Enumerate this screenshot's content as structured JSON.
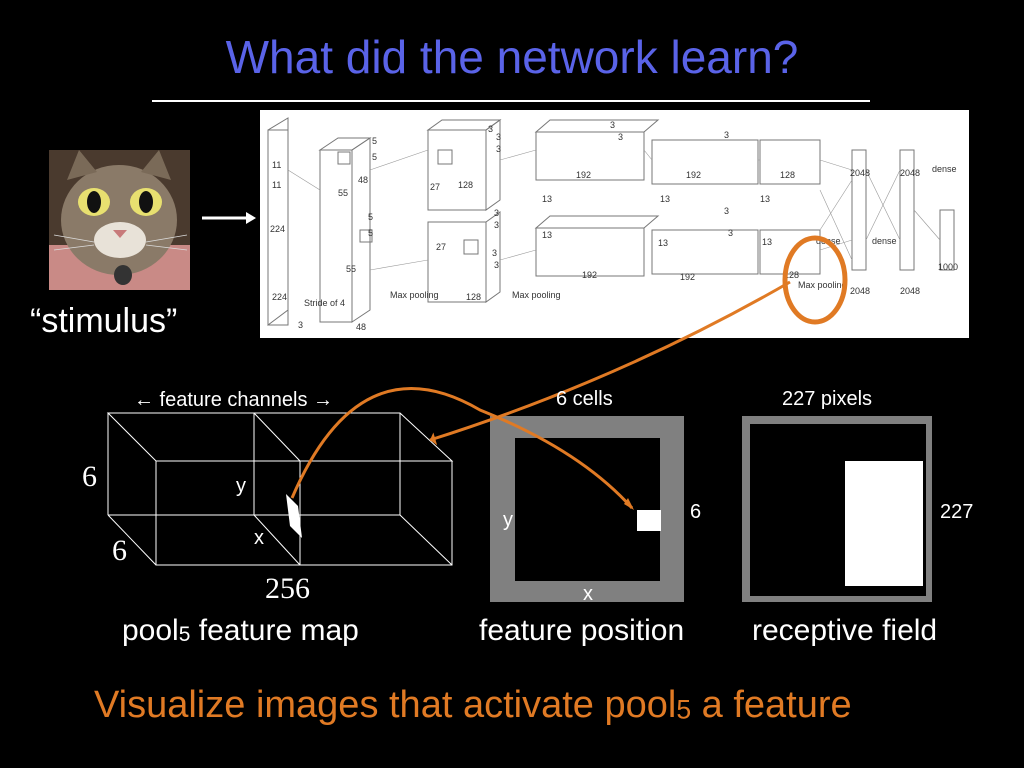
{
  "title": "What did the network learn?",
  "stimulus_label": "“stimulus”",
  "network": {
    "input_dims": [
      "11",
      "11",
      "224",
      "224",
      "3"
    ],
    "stride_label": "Stride of 4",
    "max_pool_labels": [
      "Max pooling",
      "Max pooling",
      "Max pooling"
    ],
    "dims": [
      "5",
      "5",
      "5",
      "5",
      "3",
      "3",
      "3",
      "3",
      "3",
      "3",
      "3",
      "3",
      "3",
      "3",
      "3",
      "3"
    ],
    "layer_sizes": [
      "55",
      "55",
      "27",
      "27",
      "13",
      "13",
      "13",
      "13",
      "13",
      "13"
    ],
    "channels": [
      "48",
      "48",
      "128",
      "128",
      "192",
      "192",
      "192",
      "192",
      "128",
      "128"
    ],
    "dense_labels": [
      "dense",
      "dense",
      "dense"
    ],
    "dense_sizes": [
      "2048",
      "2048",
      "2048",
      "2048",
      "1000"
    ]
  },
  "feature_map": {
    "channels_label": "← feature channels →",
    "dim_height": "6",
    "dim_depth": "6",
    "dim_channels": "256",
    "y_label": "y",
    "x_label": "x"
  },
  "position_panel": {
    "cells_label": "6 cells",
    "side_label": "6",
    "y_label": "y",
    "x_label": "x"
  },
  "receptive_panel": {
    "pixels_label": "227 pixels",
    "side_label": "227"
  },
  "captions": {
    "pool5_prefix": "pool",
    "pool5_sub": "5",
    "pool5_suffix": " feature map",
    "position": "feature position",
    "receptive": "receptive field"
  },
  "bottom_caption": {
    "prefix": "Visualize images that activate pool",
    "sub": "5",
    "suffix": " a feature"
  },
  "colors": {
    "title": "#5a63e8",
    "accent": "#e07a24",
    "panel_gray": "#808080"
  }
}
